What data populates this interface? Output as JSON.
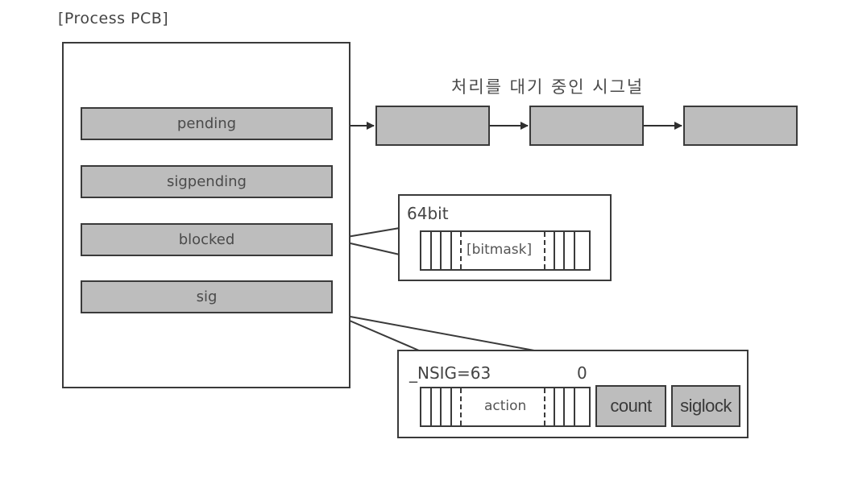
{
  "title": "[Process PCB]",
  "pcb_fields": {
    "pending": "pending",
    "sigpending": "sigpending",
    "blocked": "blocked",
    "sig": "sig"
  },
  "queue_label": "처리를 대기 중인 시그널",
  "blocked_detail": {
    "width_label": "64bit",
    "bitmask_label": "[bitmask]"
  },
  "sig_detail": {
    "nsig_label": "_NSIG=63",
    "zero_label": "0",
    "action_label": "action",
    "count_label": "count",
    "siglock_label": "siglock"
  },
  "colors": {
    "field_fill": "#bdbdbd",
    "outline": "#3a3a3a"
  }
}
